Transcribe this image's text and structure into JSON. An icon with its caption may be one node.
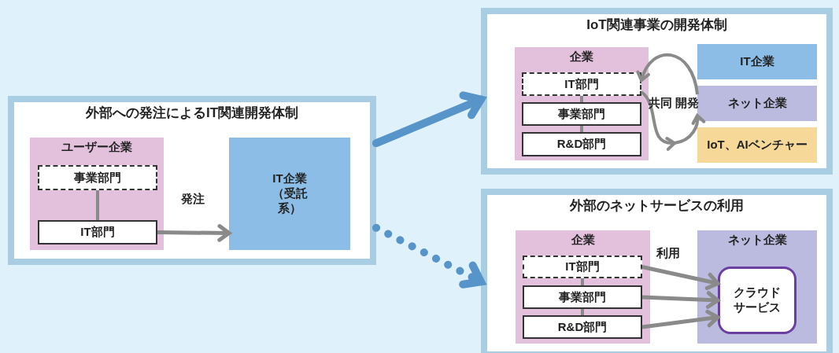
{
  "diagram": {
    "nodes": [
      {
        "text": [
          "外部への発注によるIT関連開発体制"
        ]
      },
      {
        "text": [
          "ユーザー企業"
        ],
        "in": 0
      },
      {
        "text": [
          "事業部門"
        ],
        "in": 1
      },
      {
        "text": [
          "IT部門"
        ],
        "in": 1
      },
      {
        "text": [
          "IT企業（受託系）"
        ],
        "in": 0
      },
      {
        "text": [
          "IoT関連事業の開発体制"
        ]
      },
      {
        "text": [
          "企業"
        ],
        "in": 5
      },
      {
        "text": [
          "IT部門"
        ],
        "in": 6
      },
      {
        "text": [
          "事業部門"
        ],
        "in": 6
      },
      {
        "text": [
          "R&D部門"
        ],
        "in": 6
      },
      {
        "text": [
          "IT企業"
        ],
        "in": 5
      },
      {
        "text": [
          "ネット企業"
        ],
        "in": 5
      },
      {
        "text": [
          "IoT、AIベンチャー"
        ],
        "in": 5
      },
      {
        "text": [
          "外部のネットサービスの利用"
        ]
      },
      {
        "text": [
          "企業"
        ],
        "in": 13
      },
      {
        "text": [
          "IT部門"
        ],
        "in": 14
      },
      {
        "text": [
          "事業部門"
        ],
        "in": 14
      },
      {
        "text": [
          "R&D部門"
        ],
        "in": 14
      },
      {
        "text": [
          "ネット企業"
        ],
        "in": 13
      },
      {
        "text": [
          "クラウドサービス"
        ],
        "in": 18
      }
    ],
    "edges": [
      {
        "from": 2,
        "to": 3,
        "arrow": "none"
      },
      {
        "from": 3,
        "to": 4,
        "arrow": "to",
        "label": "発注"
      },
      {
        "from": 7,
        "to": 8,
        "arrow": "none"
      },
      {
        "from": 8,
        "to": 9,
        "arrow": "none"
      },
      {
        "from": 15,
        "to": 16,
        "arrow": "none"
      },
      {
        "from": 16,
        "to": 17,
        "arrow": "none"
      },
      {
        "from": 15,
        "to": 19,
        "arrow": "to",
        "label": "利用"
      },
      {
        "from": 16,
        "to": 19,
        "arrow": "to"
      },
      {
        "from": 17,
        "to": 19,
        "arrow": "to"
      },
      {
        "from": 0,
        "to": 5,
        "arrow": "to",
        "style": "thick",
        "color": "#5694c9"
      },
      {
        "from": 0,
        "to": 13,
        "arrow": "to",
        "style": "dashed",
        "color": "#5694c9"
      },
      {
        "from": 11,
        "to": 7,
        "arrow": "to"
      },
      {
        "from": 7,
        "to": 11,
        "arrow": "to"
      }
    ],
    "labels": [
      "共同 開発"
    ]
  }
}
